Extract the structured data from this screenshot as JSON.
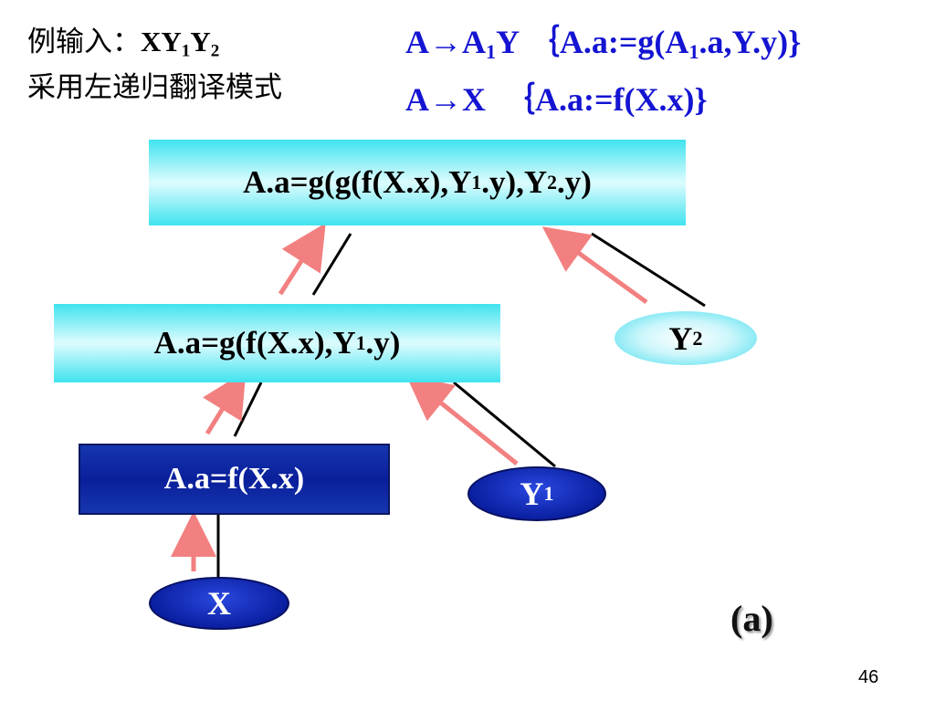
{
  "intro": {
    "prefix": "例输入：",
    "input_parts": [
      "XY",
      "1",
      "Y",
      "2"
    ],
    "method": "采用左递归翻译模式"
  },
  "rules": [
    {
      "lhs": "A",
      "arrow": "→",
      "rhs_parts": [
        "A",
        "1",
        "Y"
      ],
      "action_parts": [
        "｛A.a:=g(A",
        "1",
        ".a,Y.y)}"
      ]
    },
    {
      "lhs": "A",
      "arrow": "→",
      "rhs_parts": [
        "X",
        "",
        ""
      ],
      "action_parts": [
        "｛A.a:=f(X.x)}",
        "",
        ""
      ]
    }
  ],
  "nodes": {
    "top": {
      "parts": [
        "A.a=g(g(f(X.x),Y",
        "1",
        ".y),Y",
        "2",
        ".y)"
      ]
    },
    "mid": {
      "parts": [
        "A.a=g(f(X.x),Y",
        "1",
        ".y)"
      ]
    },
    "bottom": {
      "text": "A.a=f(X.x)"
    }
  },
  "leaves": {
    "x": {
      "text": "X"
    },
    "y1": {
      "base": "Y",
      "sub": "1"
    },
    "y2": {
      "base": "Y",
      "sub": "2"
    }
  },
  "figure_label": "(a)",
  "page_number": "46",
  "colors": {
    "rule_text": "#1414d2",
    "arrow": "#f28080",
    "edge": "#000000",
    "node_cyan": "#3fe3ef",
    "node_blue": "#0a1f9a"
  }
}
